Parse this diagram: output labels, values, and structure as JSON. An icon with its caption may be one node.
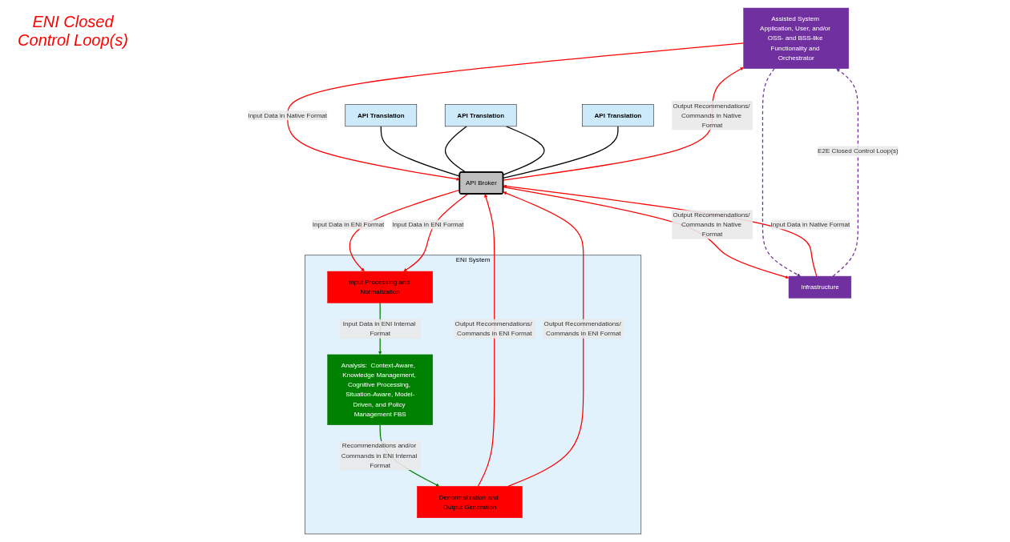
{
  "diagram": {
    "nodes": [
      {
        "text": [
          "Assisted System Application, User, and/or OSS- and BSS-like Functionality and Orchestrator"
        ]
      },
      {
        "text": [
          "API Broker"
        ]
      },
      {
        "text": [
          "ENI System"
        ]
      },
      {
        "text": [
          "Input Processing and Normalization"
        ],
        "in": 2
      },
      {
        "text": [
          "Denormalization and Output Generation"
        ],
        "in": 2
      },
      {
        "text": [
          "Analysis:  Context-Aware,  Knowledge Management, Cognitive Processing, Situation-Aware, Model-Driven, and Policy Management FBS"
        ],
        "in": 2
      },
      {
        "text": [
          "Infrastructure"
        ]
      },
      {
        "text": [
          "API Translation"
        ]
      },
      {
        "text": [
          "API Translation"
        ]
      },
      {
        "text": [
          "API Translation"
        ]
      }
    ],
    "edges": [
      {
        "from": 0,
        "to": 1,
        "arrow": "to",
        "label": "Input Data in Native Format"
      },
      {
        "from": 6,
        "to": 1,
        "arrow": "to",
        "label": "Input Data in Native  Format"
      },
      {
        "from": 1,
        "to": 3,
        "arrow": "to",
        "label": "Input Data in ENI Format"
      },
      {
        "from": 1,
        "to": 3,
        "arrow": "to",
        "label": "Input Data in ENI Format"
      },
      {
        "from": 3,
        "to": 5,
        "arrow": "to",
        "label": "Input Data in ENI Internal Format",
        "color": "#008000"
      },
      {
        "from": 5,
        "to": 4,
        "arrow": "to",
        "label": "Recommendations and/or Commands in ENI Internal Format",
        "color": "#008000"
      },
      {
        "from": 4,
        "to": 1,
        "arrow": "to",
        "label": "Output Recommendations/ Commands in ENI Format"
      },
      {
        "from": 4,
        "to": 1,
        "arrow": "to",
        "label": "Output Recommendations/ Commands in ENI Format"
      },
      {
        "from": 1,
        "to": 0,
        "arrow": "to",
        "label": "Output Recommendations/ Commands in Native Format"
      },
      {
        "from": 1,
        "to": 6,
        "arrow": "to",
        "label": "Output Recommendations/ Commands in Native Format"
      },
      {
        "from": 0,
        "to": 6,
        "arrow": "to",
        "style": "dashed",
        "color": "#7030a0"
      },
      {
        "from": 6,
        "to": 0,
        "arrow": "to",
        "style": "dashed",
        "color": "#7030a0",
        "label": "E2E Closed Control Loop(s)"
      },
      {
        "from": 7,
        "to": 1,
        "arrow": "none",
        "color": "#000000"
      },
      {
        "from": 8,
        "to": 1,
        "arrow": "none",
        "color": "#000000"
      },
      {
        "from": 8,
        "to": 1,
        "arrow": "none",
        "color": "#000000"
      },
      {
        "from": 9,
        "to": 1,
        "arrow": "none",
        "color": "#000000"
      }
    ],
    "labels": [
      "ENI Closed Control Loop(s)"
    ]
  }
}
